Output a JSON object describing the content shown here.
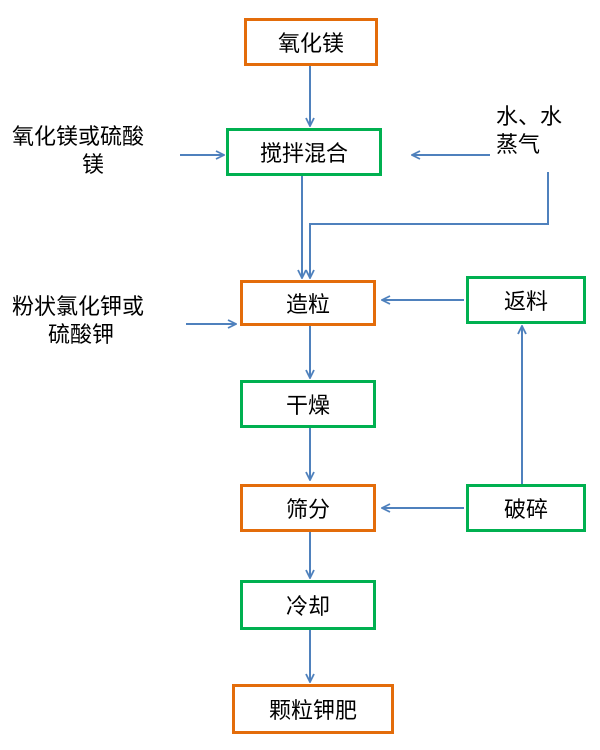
{
  "colors": {
    "orange_border": "#E36C0A",
    "green_border": "#00B050",
    "arrow": "#4F81BD",
    "text": "#000000"
  },
  "nodes": {
    "mgo": {
      "label": "氧化镁",
      "border": "orange"
    },
    "mix": {
      "label": "搅拌混合",
      "border": "green"
    },
    "granulate": {
      "label": "造粒",
      "border": "orange"
    },
    "return": {
      "label": "返料",
      "border": "green"
    },
    "dry": {
      "label": "干燥",
      "border": "green"
    },
    "screen": {
      "label": "筛分",
      "border": "orange"
    },
    "crush": {
      "label": "破碎",
      "border": "green"
    },
    "cool": {
      "label": "冷却",
      "border": "green"
    },
    "product": {
      "label": "颗粒钾肥",
      "border": "orange"
    }
  },
  "inputs": {
    "mg_source": {
      "line1": "氧化镁或硫酸",
      "line2": "镁"
    },
    "water": {
      "line1": "水、水",
      "line2": "蒸气"
    },
    "k_source": {
      "line1": "粉状氯化钾或",
      "line2": "硫酸钾"
    }
  },
  "edges": [
    {
      "from": "mgo",
      "to": "mix"
    },
    {
      "from": "mg_source",
      "to": "mix"
    },
    {
      "from": "water",
      "to": "mix"
    },
    {
      "from": "mix",
      "to": "granulate"
    },
    {
      "from": "water",
      "to": "granulate"
    },
    {
      "from": "k_source",
      "to": "granulate"
    },
    {
      "from": "return",
      "to": "granulate"
    },
    {
      "from": "granulate",
      "to": "dry"
    },
    {
      "from": "dry",
      "to": "screen"
    },
    {
      "from": "crush",
      "to": "screen"
    },
    {
      "from": "crush",
      "to": "return"
    },
    {
      "from": "screen",
      "to": "cool"
    },
    {
      "from": "cool",
      "to": "product"
    }
  ]
}
